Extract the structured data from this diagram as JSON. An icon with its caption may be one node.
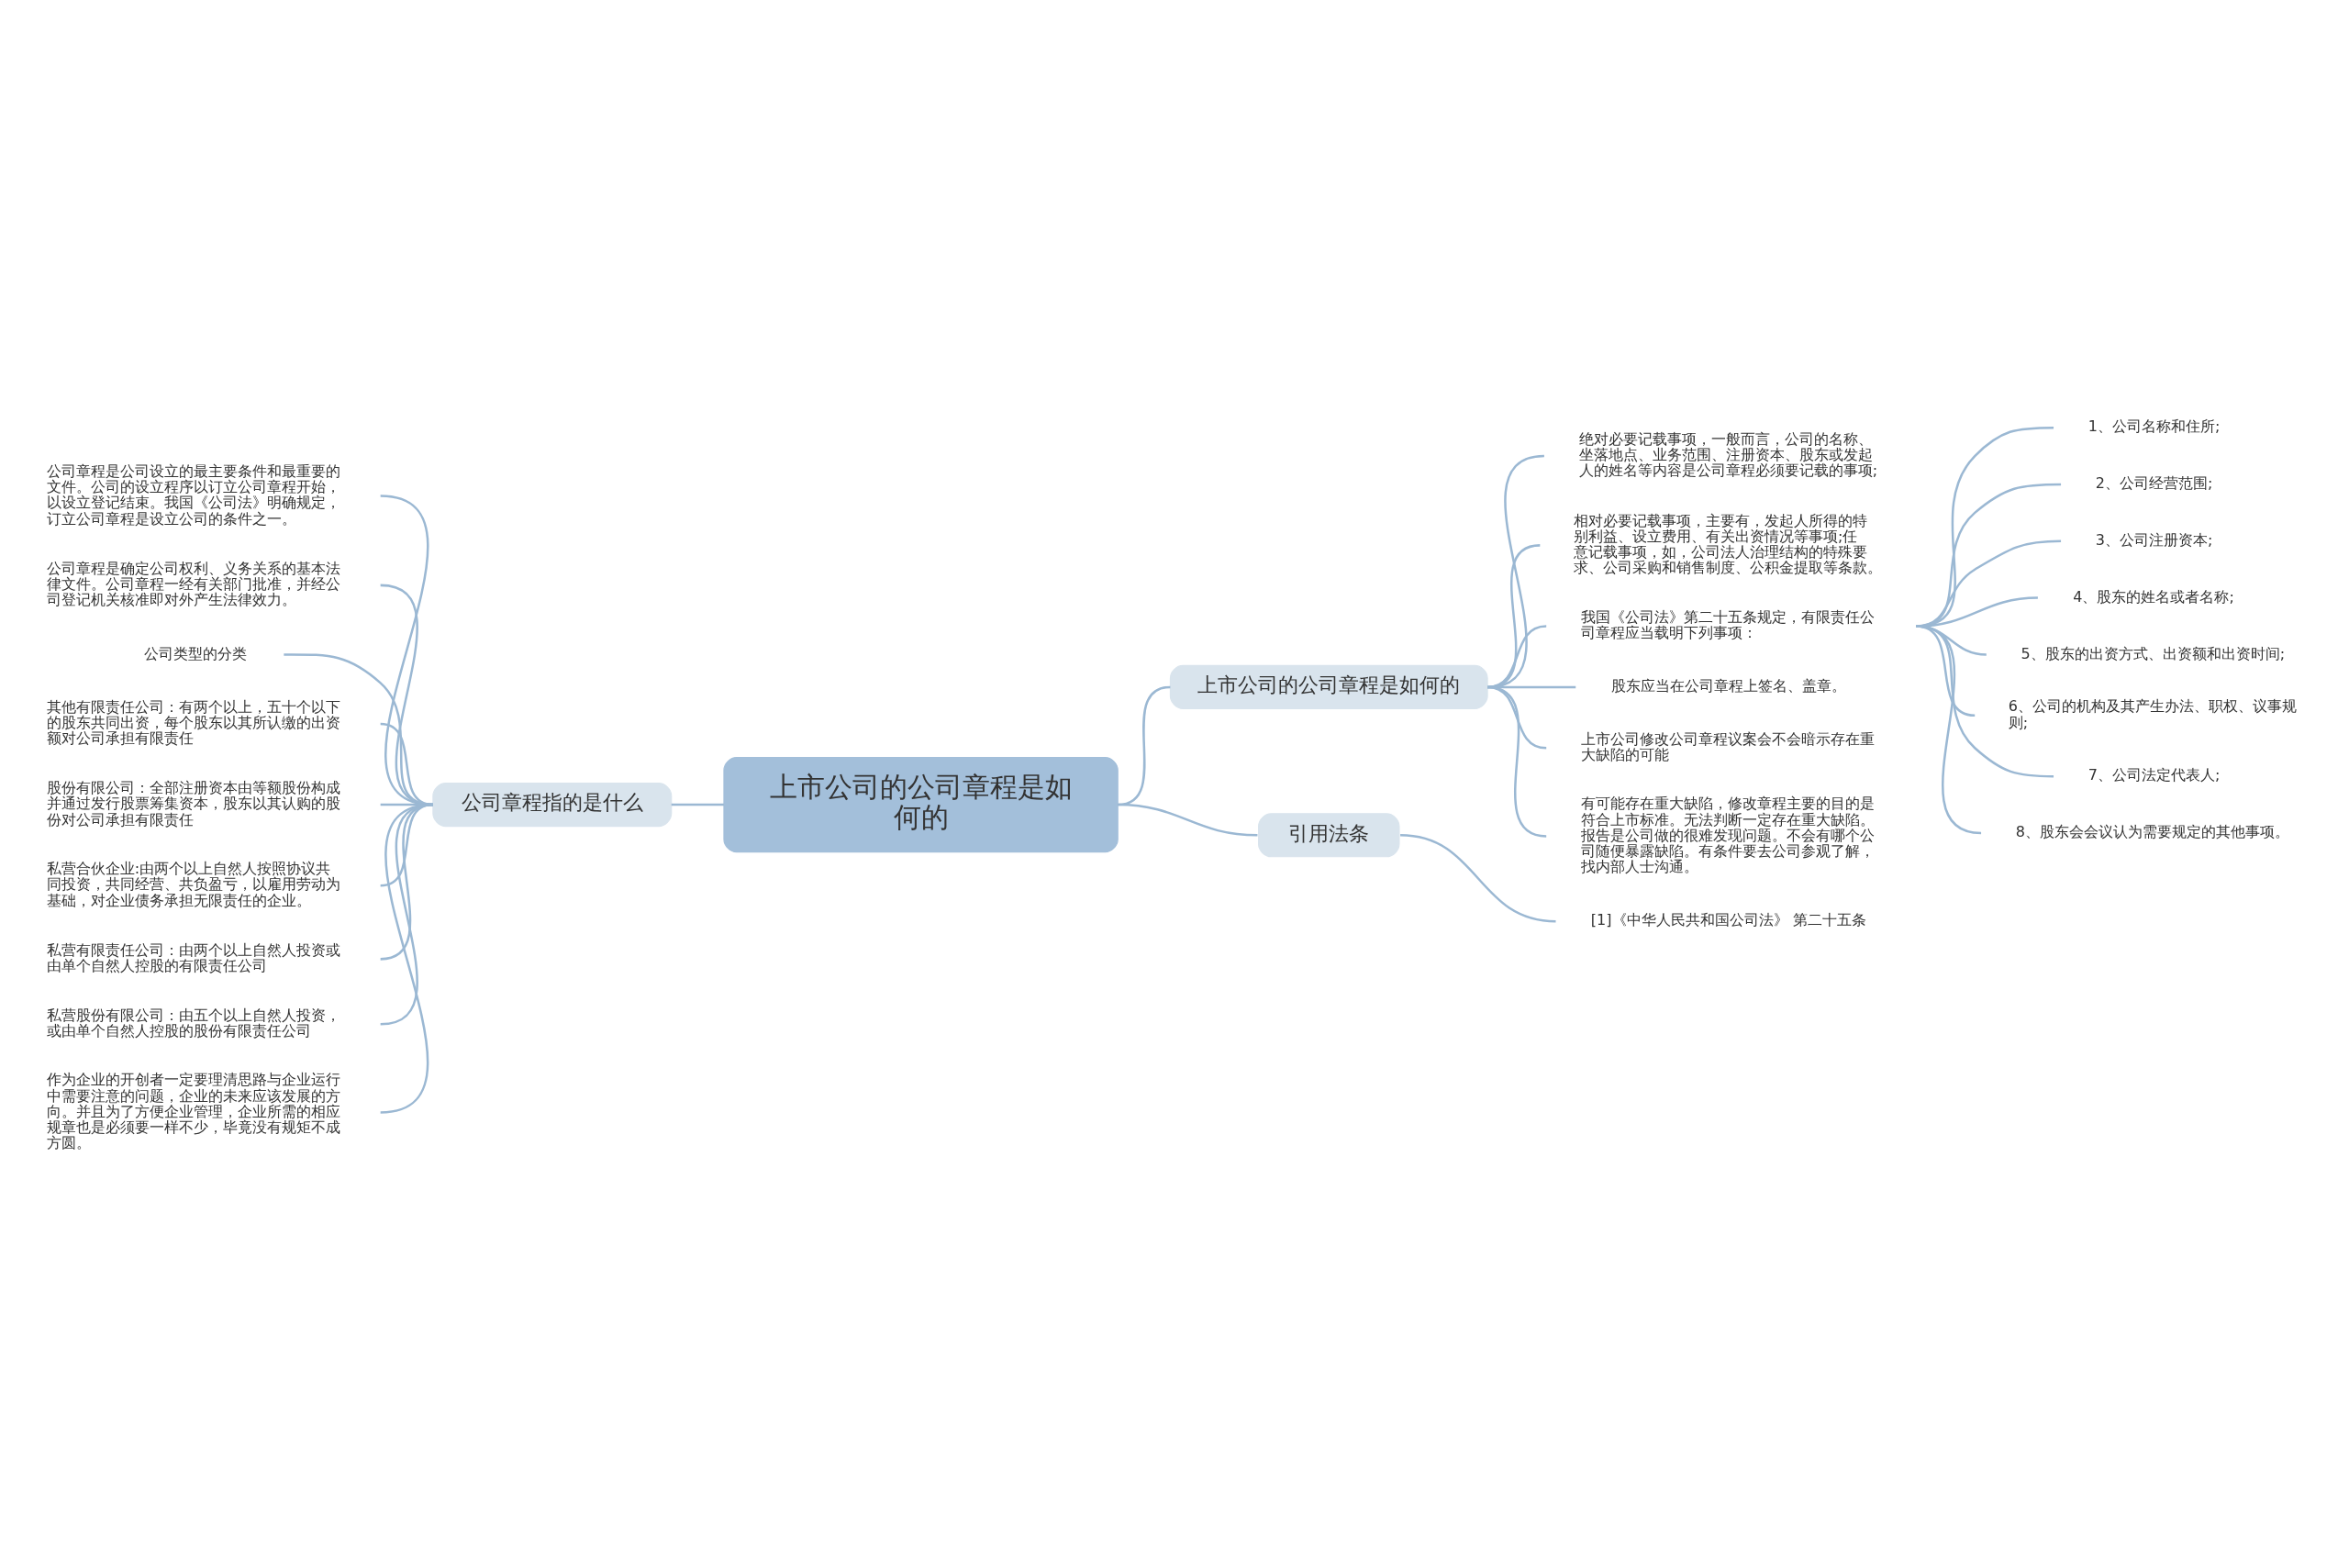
{
  "diagram": {
    "nodes": [
      {
        "text": [
          "上市公司的公司章程是如何的"
        ]
      },
      {
        "text": [
          "公司章程指的是什么"
        ]
      },
      {
        "text": [
          "公司章程是公司设立的最主要条件和最重要的文件。公司的设立程序以订立公司章程开始，以设立登记结束。我国《公司法》明确规定，订立公司章程是设立公司的条件之一。"
        ]
      },
      {
        "text": [
          "公司章程是确定公司权利、义务关系的基本法律文件。公司章程一经有关部门批准，并经公司登记机关核准即对外产生法律效力。"
        ]
      },
      {
        "text": [
          "公司类型的分类"
        ]
      },
      {
        "text": [
          "其他有限责任公司：有两个以上，五十个以下的股东共同出资，每个股东以其所认缴的出资额对公司承担有限责任"
        ]
      },
      {
        "text": [
          "股份有限公司：全部注册资本由等额股份构成并通过发行股票筹集资本，股东以其认购的股份对公司承担有限责任"
        ]
      },
      {
        "text": [
          "私营合伙企业:由两个以上自然人按照协议共同投资，共同经营、共负盈亏，以雇用劳动为基础，对企业债务承担无限责任的企业。"
        ]
      },
      {
        "text": [
          "私营有限责任公司：由两个以上自然人投资或由单个自然人控股的有限责任公司"
        ]
      },
      {
        "text": [
          "私营股份有限公司：由五个以上自然人投资，或由单个自然人控股的股份有限责任公司"
        ]
      },
      {
        "text": [
          "作为企业的开创者一定要理清思路与企业运行中需要注意的问题，企业的未来应该发展的方向。并且为了方便企业管理，企业所需的相应规章也是必须要一样不少，毕竟没有规矩不成方圆。"
        ]
      },
      {
        "text": [
          "上市公司的公司章程是如何的"
        ]
      },
      {
        "text": [
          "绝对必要记载事项，一般而言，公司的名称、坐落地点、业务范围、注册资本、股东或发起人的姓名等内容是公司章程必须要记载的事项;"
        ]
      },
      {
        "text": [
          "相对必要记载事项，主要有，发起人所得的特别利益、设立费用、有关出资情况等事项;任意记载事项，如，公司法人治理结构的特殊要求、公司采购和销售制度、公积金提取等条款。"
        ]
      },
      {
        "text": [
          "我国《公司法》第二十五条规定，有限责任公司章程应当载明下列事项："
        ]
      },
      {
        "text": [
          "1、公司名称和住所;"
        ]
      },
      {
        "text": [
          "2、公司经营范围;"
        ]
      },
      {
        "text": [
          "3、公司注册资本;"
        ]
      },
      {
        "text": [
          "4、股东的姓名或者名称;"
        ]
      },
      {
        "text": [
          "5、股东的出资方式、出资额和出资时间;"
        ]
      },
      {
        "text": [
          "6、公司的机构及其产生办法、职权、议事规则;"
        ]
      },
      {
        "text": [
          "7、公司法定代表人;"
        ]
      },
      {
        "text": [
          "8、股东会会议认为需要规定的其他事项。"
        ]
      },
      {
        "text": [
          "股东应当在公司章程上签名、盖章。"
        ]
      },
      {
        "text": [
          "上市公司修改公司章程议案会不会暗示存在重大缺陷的可能"
        ]
      },
      {
        "text": [
          "有可能存在重大缺陷，修改章程主要的目的是符合上市标准。无法判断一定存在重大缺陷。报告是公司做的很难发现问题。不会有哪个公司随便暴露缺陷。有条件要去公司参观了解，找内部人士沟通。"
        ]
      },
      {
        "text": [
          "引用法条"
        ]
      },
      {
        "text": [
          "[1]《中华人民共和国公司法》 第二十五条"
        ]
      }
    ],
    "edges": [
      {
        "from": 1,
        "to": 0,
        "arrow": "none"
      },
      {
        "from": 2,
        "to": 1,
        "arrow": "none"
      },
      {
        "from": 3,
        "to": 1,
        "arrow": "none"
      },
      {
        "from": 4,
        "to": 1,
        "arrow": "none"
      },
      {
        "from": 5,
        "to": 1,
        "arrow": "none"
      },
      {
        "from": 6,
        "to": 1,
        "arrow": "none"
      },
      {
        "from": 7,
        "to": 1,
        "arrow": "none"
      },
      {
        "from": 8,
        "to": 1,
        "arrow": "none"
      },
      {
        "from": 9,
        "to": 1,
        "arrow": "none"
      },
      {
        "from": 10,
        "to": 1,
        "arrow": "none"
      },
      {
        "from": 0,
        "to": 11,
        "arrow": "none"
      },
      {
        "from": 11,
        "to": 12,
        "arrow": "none"
      },
      {
        "from": 11,
        "to": 13,
        "arrow": "none"
      },
      {
        "from": 11,
        "to": 14,
        "arrow": "none"
      },
      {
        "from": 14,
        "to": 15,
        "arrow": "none"
      },
      {
        "from": 14,
        "to": 16,
        "arrow": "none"
      },
      {
        "from": 14,
        "to": 17,
        "arrow": "none"
      },
      {
        "from": 14,
        "to": 18,
        "arrow": "none"
      },
      {
        "from": 14,
        "to": 19,
        "arrow": "none"
      },
      {
        "from": 14,
        "to": 20,
        "arrow": "none"
      },
      {
        "from": 14,
        "to": 21,
        "arrow": "none"
      },
      {
        "from": 14,
        "to": 22,
        "arrow": "none"
      },
      {
        "from": 11,
        "to": 23,
        "arrow": "none"
      },
      {
        "from": 11,
        "to": 24,
        "arrow": "none"
      },
      {
        "from": 11,
        "to": 25,
        "arrow": "none"
      },
      {
        "from": 0,
        "to": 26,
        "arrow": "none"
      },
      {
        "from": 26,
        "to": 27,
        "arrow": "none"
      }
    ]
  }
}
